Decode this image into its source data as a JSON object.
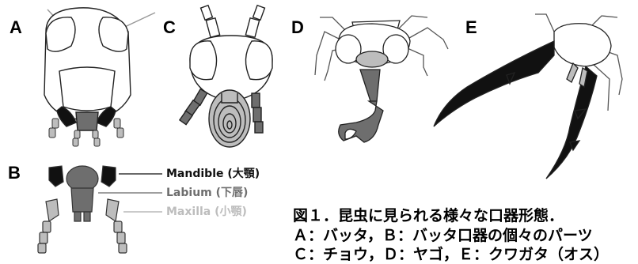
{
  "panels": {
    "a": "A",
    "b": "B",
    "c": "C",
    "d": "D",
    "e": "E"
  },
  "legend": {
    "mandible": "Mandible (大顎)",
    "labium": "Labium (下唇)",
    "maxilla": "Maxilla (小顎)"
  },
  "colors": {
    "mandible": "#111111",
    "labium": "#6e6e6e",
    "maxilla": "#bdbdbd"
  },
  "caption": {
    "line1": "図１．昆虫に見られる様々な口器形態．",
    "line2": "Ａ：バッタ，Ｂ：バッタ口器の個々のパーツ",
    "line3": "Ｃ：チョウ，Ｄ：ヤゴ，Ｅ：クワガタ（オス）"
  }
}
